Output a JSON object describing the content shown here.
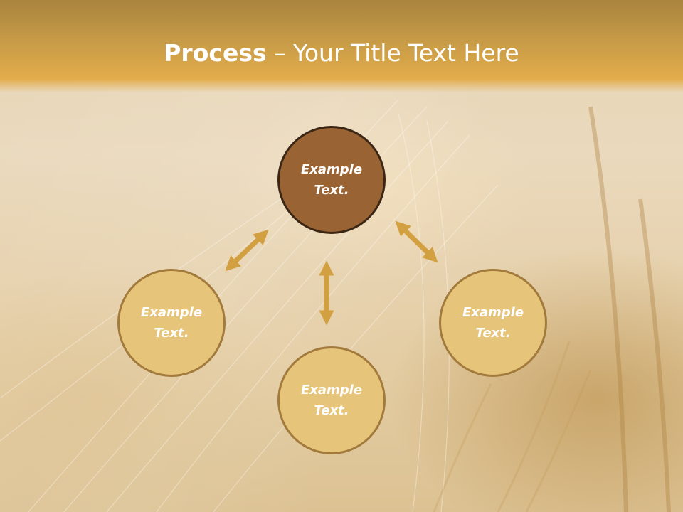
{
  "slide": {
    "title_bold": "Process",
    "title_rest": " – Your Title Text Here"
  },
  "nodes": {
    "top": {
      "line1": "Example",
      "line2": "Text."
    },
    "left": {
      "line1": "Example",
      "line2": "Text."
    },
    "bottom": {
      "line1": "Example",
      "line2": "Text."
    },
    "right": {
      "line1": "Example",
      "line2": "Text."
    }
  },
  "colors": {
    "header": "#c79b47",
    "center_node": "#9a6333",
    "outer_node": "#e6c47a",
    "arrow": "#d2a040"
  }
}
